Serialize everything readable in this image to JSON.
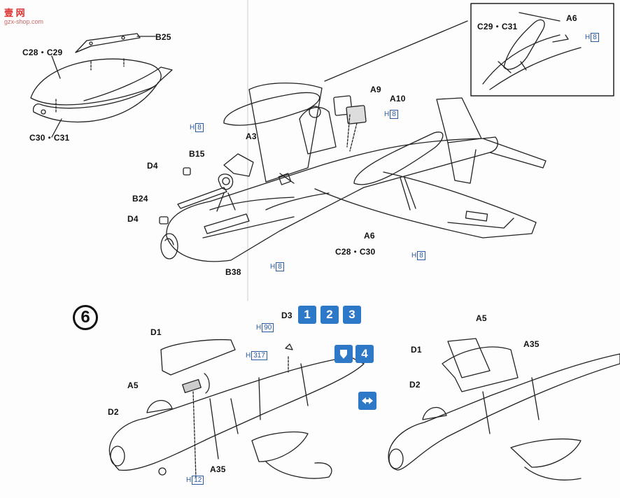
{
  "watermark": {
    "top": "壹 网",
    "bottom": "gzx-shop.com"
  },
  "step_number": "6",
  "labels": {
    "b25": "B25",
    "c28_c29": "C28・C29",
    "c30_c31": "C30・C31",
    "a9": "A9",
    "a10": "A10",
    "a3": "A3",
    "b15": "B15",
    "d4_top": "D4",
    "b24": "B24",
    "d4_bottom": "D4",
    "b38": "B38",
    "a6_main": "A6",
    "c28_c30": "C28・C30",
    "inset_c29_c31": "C29・C31",
    "inset_a6": "A6",
    "d1_left": "D1",
    "a5_left": "A5",
    "d2_left": "D2",
    "a35_left": "A35",
    "d3": "D3",
    "a5_right": "A5",
    "d1_right": "D1",
    "a35_right": "A35",
    "d2_right": "D2"
  },
  "paint_refs": {
    "h8_inset": "8",
    "h8_a10": "8",
    "h8_left": "8",
    "h8_a3": "8",
    "h8_wing": "8",
    "h90": "90",
    "h317": "317",
    "h12": "12",
    "prefix": "H"
  },
  "color_badges": [
    "1",
    "2",
    "3",
    "4"
  ],
  "colors": {
    "badge": "#2e78c8",
    "paint_ref": "#2a5aa0"
  }
}
